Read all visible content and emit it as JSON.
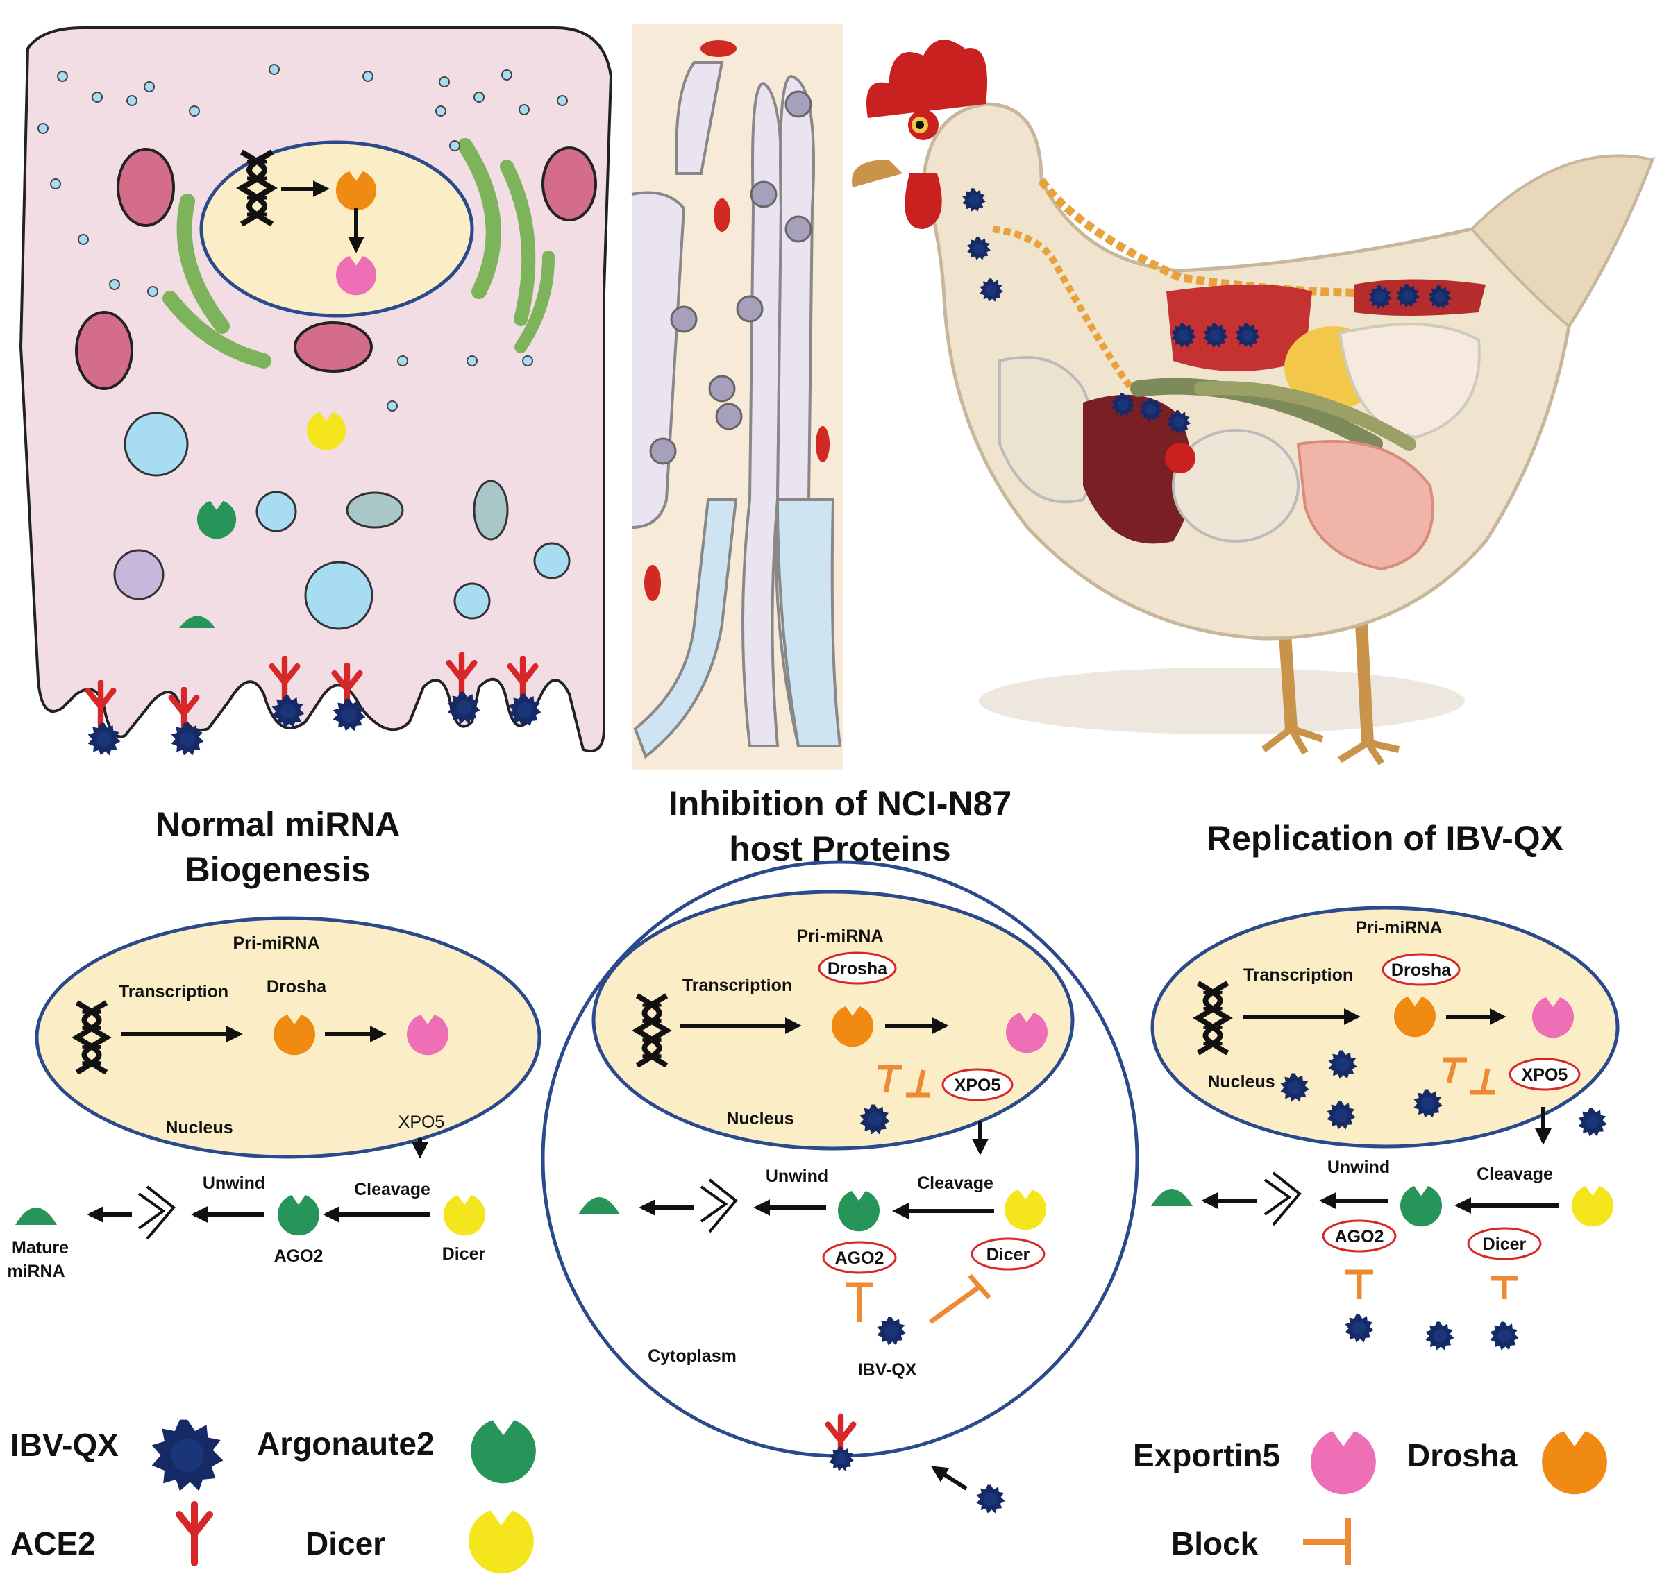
{
  "titles": {
    "left": [
      "Normal miRNA",
      "Biogenesis"
    ],
    "middle": [
      "Inhibition of NCI-N87",
      "host Proteins"
    ],
    "right": "Replication of IBV-QX"
  },
  "panel_normal": {
    "pri_mirna": "Pri-miRNA",
    "transcription": "Transcription",
    "drosha": "Drosha",
    "xpo5": "XPO5",
    "nucleus": "Nucleus",
    "unwind": "Unwind",
    "cleavage": "Cleavage",
    "ago2": "AGO2",
    "dicer": "Dicer",
    "mature": [
      "Mature",
      "miRNA"
    ]
  },
  "panel_inhibition": {
    "pri_mirna": "Pri-miRNA",
    "drosha": "Drosha",
    "transcription": "Transcription",
    "xpo5": "XPO5",
    "nucleus": "Nucleus",
    "unwind": "Unwind",
    "cleavage": "Cleavage",
    "ago2": "AGO2",
    "dicer": "Dicer",
    "cytoplasm": "Cytoplasm",
    "ibv": "IBV-QX"
  },
  "panel_replication": {
    "pri_mirna": "Pri-miRNA",
    "transcription": "Transcription",
    "drosha": "Drosha",
    "nucleus": "Nucleus",
    "xpo5": "XPO5",
    "unwind": "Unwind",
    "cleavage": "Cleavage",
    "ago2": "AGO2",
    "dicer": "Dicer"
  },
  "legend": {
    "ibv": "IBV-QX",
    "argonaute": "Argonaute2",
    "ace2": "ACE2",
    "dicer": "Dicer",
    "exportin": "Exportin5",
    "drosha": "Drosha",
    "block": "Block"
  },
  "colors": {
    "cell": "#f3dde4",
    "nucleus": "#fbeec6",
    "nucleus_border": "#2b4a8b",
    "drosha": "#f08a12",
    "exportin": "#ee6fb6",
    "dicer": "#f5e51d",
    "ago2": "#27955a",
    "virus": "#152a66",
    "ace2": "#d62828",
    "block": "#ee8a33"
  }
}
